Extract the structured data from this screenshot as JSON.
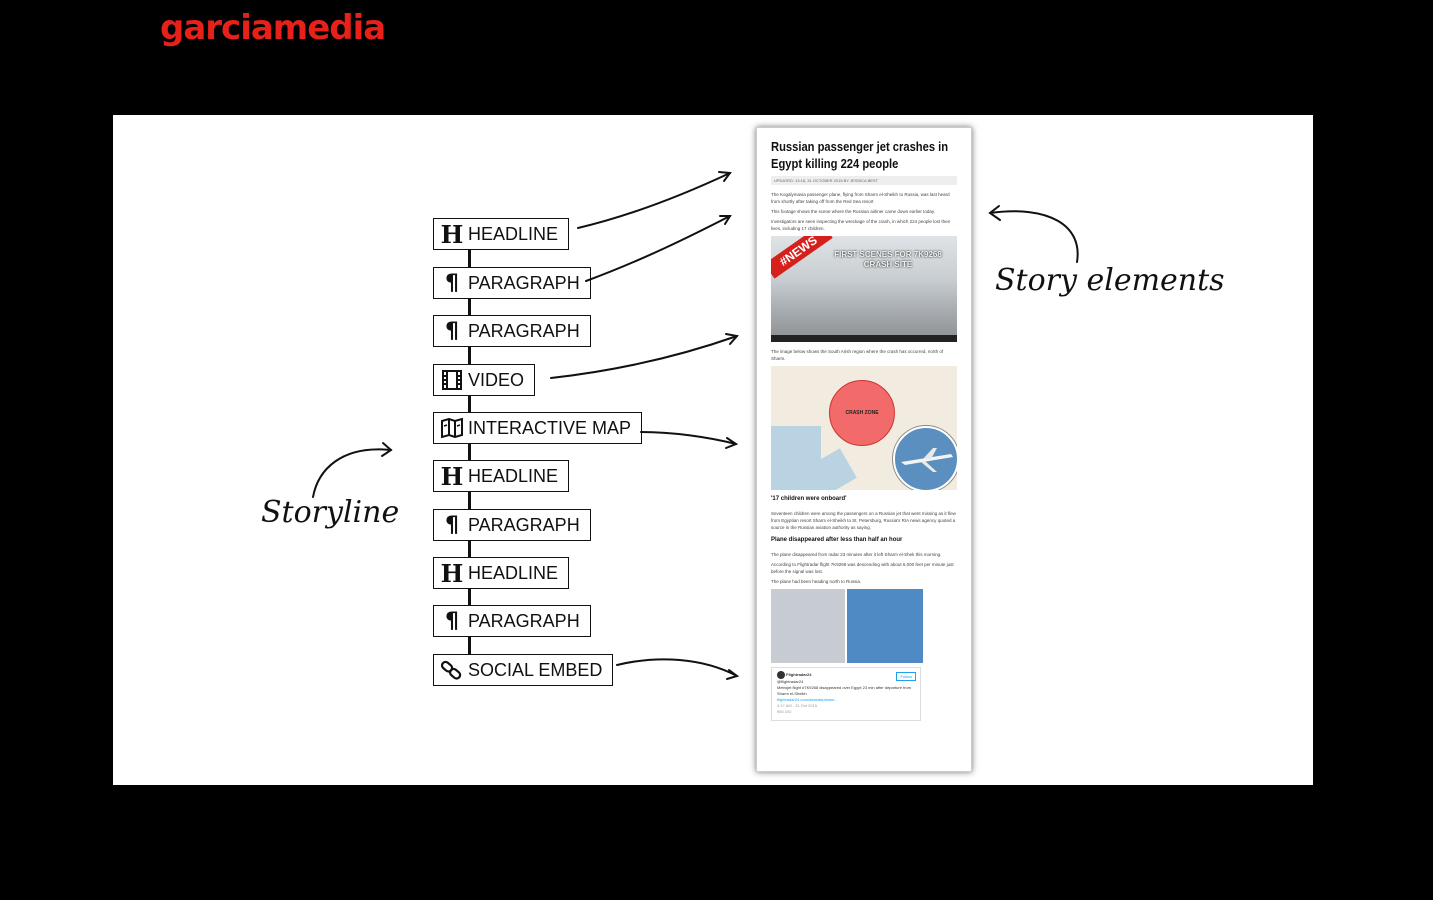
{
  "brand": {
    "logo": "garciamedia"
  },
  "storyline": {
    "label": "Storyline",
    "elements": [
      {
        "icon": "headline-icon",
        "label": "HEADLINE"
      },
      {
        "icon": "paragraph-icon",
        "label": "PARAGRAPH"
      },
      {
        "icon": "paragraph-icon",
        "label": "PARAGRAPH"
      },
      {
        "icon": "film-icon",
        "label": "VIDEO"
      },
      {
        "icon": "map-icon",
        "label": "INTERACTIVE MAP"
      },
      {
        "icon": "headline-icon",
        "label": "HEADLINE"
      },
      {
        "icon": "paragraph-icon",
        "label": "PARAGRAPH"
      },
      {
        "icon": "headline-icon",
        "label": "HEADLINE"
      },
      {
        "icon": "paragraph-icon",
        "label": "PARAGRAPH"
      },
      {
        "icon": "link-icon",
        "label": "SOCIAL EMBED"
      }
    ]
  },
  "story_elements_label": "Story elements",
  "article": {
    "title": "Russian passenger jet crashes in Egypt killing 224 people",
    "meta": "UPDATED: 13:18, 31 OCTOBER 2015     BY JESSICA BEST",
    "p1": "The Kogalymavia passenger plane, flying from Sharm el-Sheikh to Russia, was last heard from shortly after taking off from the Red Sea resort",
    "p2": "This footage shows the scene where the Russian airliner came down earlier today.",
    "p3": "Investigators are seen inspecting the wreckage of the crash, in which 224 people lost their lives, including 17 children.",
    "video_badge": "#NEWS",
    "video_title": "FIRST SCENES FOR 7K9268 CRASH SITE",
    "map_caption": "The image below shows the South Arish region where the crash has occurred, north of Sharm.",
    "map_zone_label": "CRASH ZONE",
    "quote_head": "'17 children were onboard'",
    "p4": "Seventeen children were among the passengers on a Russian jet that went missing as it flew from Egyptian resort Sharm el-Sheikh to St. Petersburg, Russia's RIA news agency quoted a source in the Russian aviation authority as saying.",
    "sub_head": "Plane disappeared after less than half an hour",
    "p5": "The plane disappeared from radar 23 minutes after it left Sharm el-Shek this morning.",
    "p6": "According to Flightradar flight 7K9268 was descending with about 6,000 feet per minute just before the signal was lost.",
    "p7": "The plane had been heading north to Russia.",
    "tweet": {
      "name": "Flightradar24",
      "handle": "@flightradar24",
      "follow": "Follow",
      "text": "Metrojet flight #7K9268 disappeared over Egypt 23 min after departure from Sharm el-Sheikh",
      "link": "flightradar24.com/data/airplanes...",
      "time": "4:17 AM - 31 Oct 2015",
      "stats": "950   192"
    }
  }
}
